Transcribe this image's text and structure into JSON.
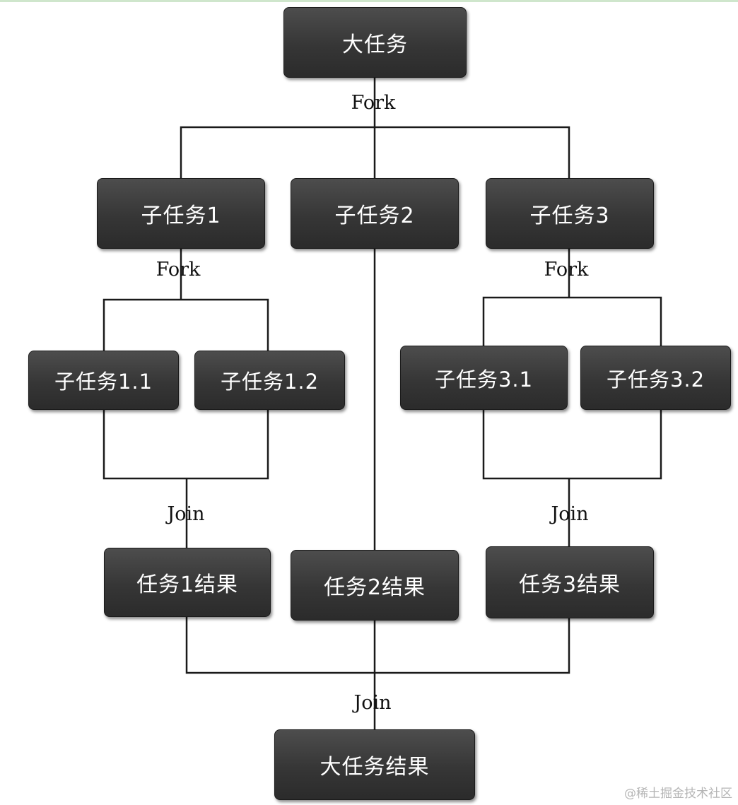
{
  "nodes": {
    "root": "大任务",
    "sub1": "子任务1",
    "sub2": "子任务2",
    "sub3": "子任务3",
    "sub1_1": "子任务1.1",
    "sub1_2": "子任务1.2",
    "sub3_1": "子任务3.1",
    "sub3_2": "子任务3.2",
    "result1": "任务1结果",
    "result2": "任务2结果",
    "result3": "任务3结果",
    "final": "大任务结果"
  },
  "labels": {
    "fork_root": "Fork",
    "fork_sub1": "Fork",
    "fork_sub3": "Fork",
    "join_1": "Join",
    "join_3": "Join",
    "join_final": "Join"
  },
  "watermark": "@稀土掘金技术社区",
  "colors": {
    "node_fill": "#363636",
    "node_text": "#ffffff",
    "connector": "#1a1a1a",
    "top_border": "#cfe6cc"
  }
}
